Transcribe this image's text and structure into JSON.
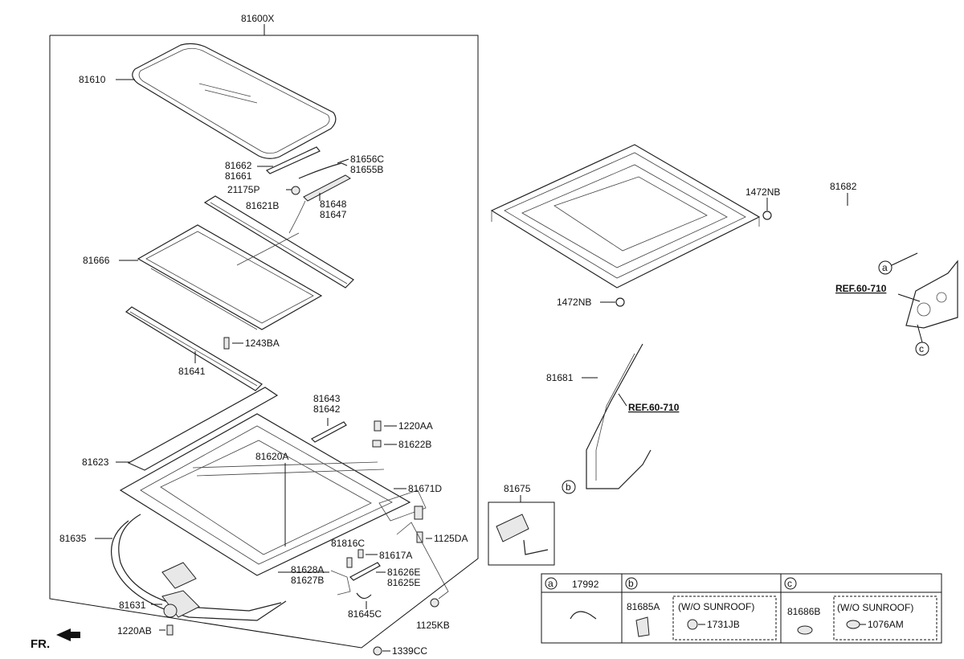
{
  "assembly_label": "81600X",
  "direction_label": "FR.",
  "part_labels": {
    "p81610": "81610",
    "p81662": "81662",
    "p81661": "81661",
    "p81656C": "81656C",
    "p81655B": "81655B",
    "p21175P": "21175P",
    "p81648": "81648",
    "p81647": "81647",
    "p81621B": "81621B",
    "p81666": "81666",
    "p1243BA": "1243BA",
    "p81641": "81641",
    "p81643": "81643",
    "p81642": "81642",
    "p1220AA": "1220AA",
    "p81622B": "81622B",
    "p81623": "81623",
    "p81620A": "81620A",
    "p81671D": "81671D",
    "p81635": "81635",
    "p1125DA": "1125DA",
    "p81816C": "81816C",
    "p81617A": "81617A",
    "p81628A": "81628A",
    "p81627B": "81627B",
    "p81626E": "81626E",
    "p81625E": "81625E",
    "p81631": "81631",
    "p81645C": "81645C",
    "p1125KB": "1125KB",
    "p1220AB": "1220AB",
    "p1339CC": "1339CC",
    "p1472NB_top": "1472NB",
    "p81682": "81682",
    "p1472NB_mid": "1472NB",
    "p81681": "81681",
    "p81675": "81675",
    "ref_top": "REF.60-710",
    "ref_bottom": "REF.60-710",
    "callout_a": "a",
    "callout_b": "b",
    "callout_c": "c"
  },
  "legend_table": {
    "cells": [
      {
        "letter": "a",
        "part": "17992"
      },
      {
        "letter": "b",
        "part": "81685A",
        "variant_title": "(W/O SUNROOF)",
        "variant_part": "1731JB"
      },
      {
        "letter": "c",
        "part": "81686B",
        "variant_title": "(W/O SUNROOF)",
        "variant_part": "1076AM"
      }
    ]
  }
}
